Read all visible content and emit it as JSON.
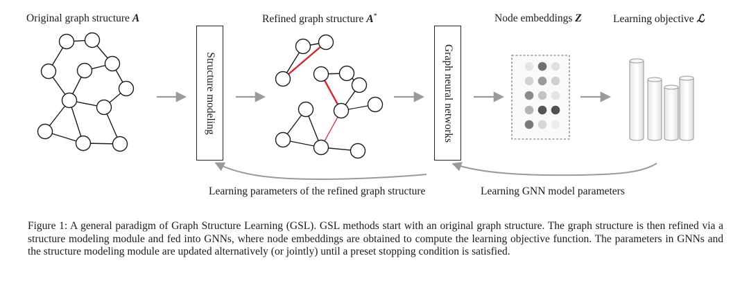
{
  "figure": {
    "labels": {
      "original": "Original graph structure ",
      "original_sym": "A",
      "refined": "Refined graph structure ",
      "refined_sym": "A",
      "refined_sup": "*",
      "embeddings": "Node embeddings ",
      "embeddings_sym": "Z",
      "objective": "Learning objective ",
      "objective_sym": "ℒ"
    },
    "modules": {
      "structure": "Structure modeling",
      "gnn": "Graph neural networks"
    },
    "feedback": {
      "left": "Learning parameters of the refined graph structure",
      "right": "Learning GNN model parameters"
    },
    "colors": {
      "edge": "#1a1a1a",
      "refined_edge": "#e0202a",
      "arrow": "#9a9a9a"
    },
    "embedding_shades": [
      [
        "#e4e4e4",
        "#707070",
        "#e0e0e0"
      ],
      [
        "#d2d2d2",
        "#9a9a9a",
        "#d0d0d0"
      ],
      [
        "#8a8a8a",
        "#c4c4c4",
        "#e4e4e4"
      ],
      [
        "#b4b4b4",
        "#555555",
        "#505050"
      ],
      [
        "#7a7a7a",
        "#d6d6d6",
        "#ececec"
      ]
    ]
  },
  "caption": "Figure 1: A general paradigm of Graph Structure Learning (GSL). GSL methods start with an original graph structure. The graph structure is then refined via a structure modeling module and fed into GNNs, where node embeddings are obtained to compute the learning objective function. The parameters in GNNs and the structure modeling module are updated alternatively (or jointly) until a preset stopping condition is satisfied."
}
